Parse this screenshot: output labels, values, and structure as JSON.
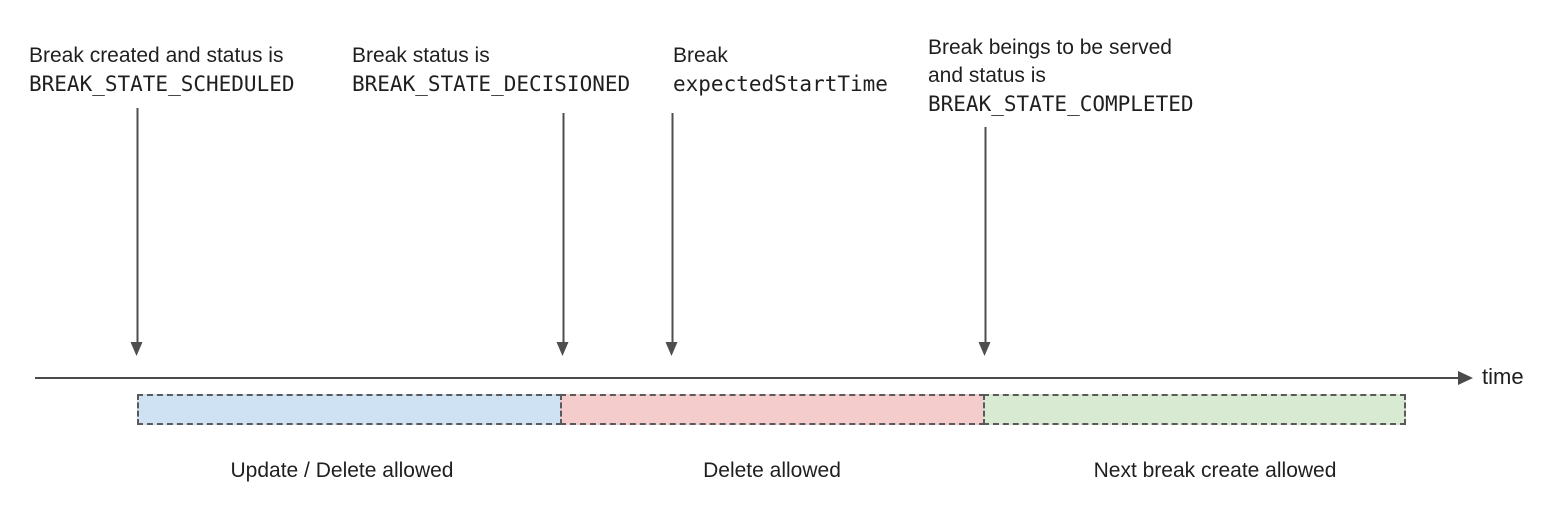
{
  "annotations": [
    {
      "text_lines": [
        "Break created and status is"
      ],
      "code": "BREAK_STATE_SCHEDULED"
    },
    {
      "text_lines": [
        "Break status is"
      ],
      "code": "BREAK_STATE_DECISIONED"
    },
    {
      "text_lines": [
        "Break"
      ],
      "code": "expectedStartTime"
    },
    {
      "text_lines": [
        "Break beings to be served",
        "and status is"
      ],
      "code": "BREAK_STATE_COMPLETED"
    }
  ],
  "timeline": {
    "axis_label": "time"
  },
  "segments": [
    {
      "label": "Update / Delete allowed",
      "color": "#cfe2f3"
    },
    {
      "label": "Delete allowed",
      "color": "#f4cccc"
    },
    {
      "label": "Next break create allowed",
      "color": "#d9ead3"
    }
  ]
}
